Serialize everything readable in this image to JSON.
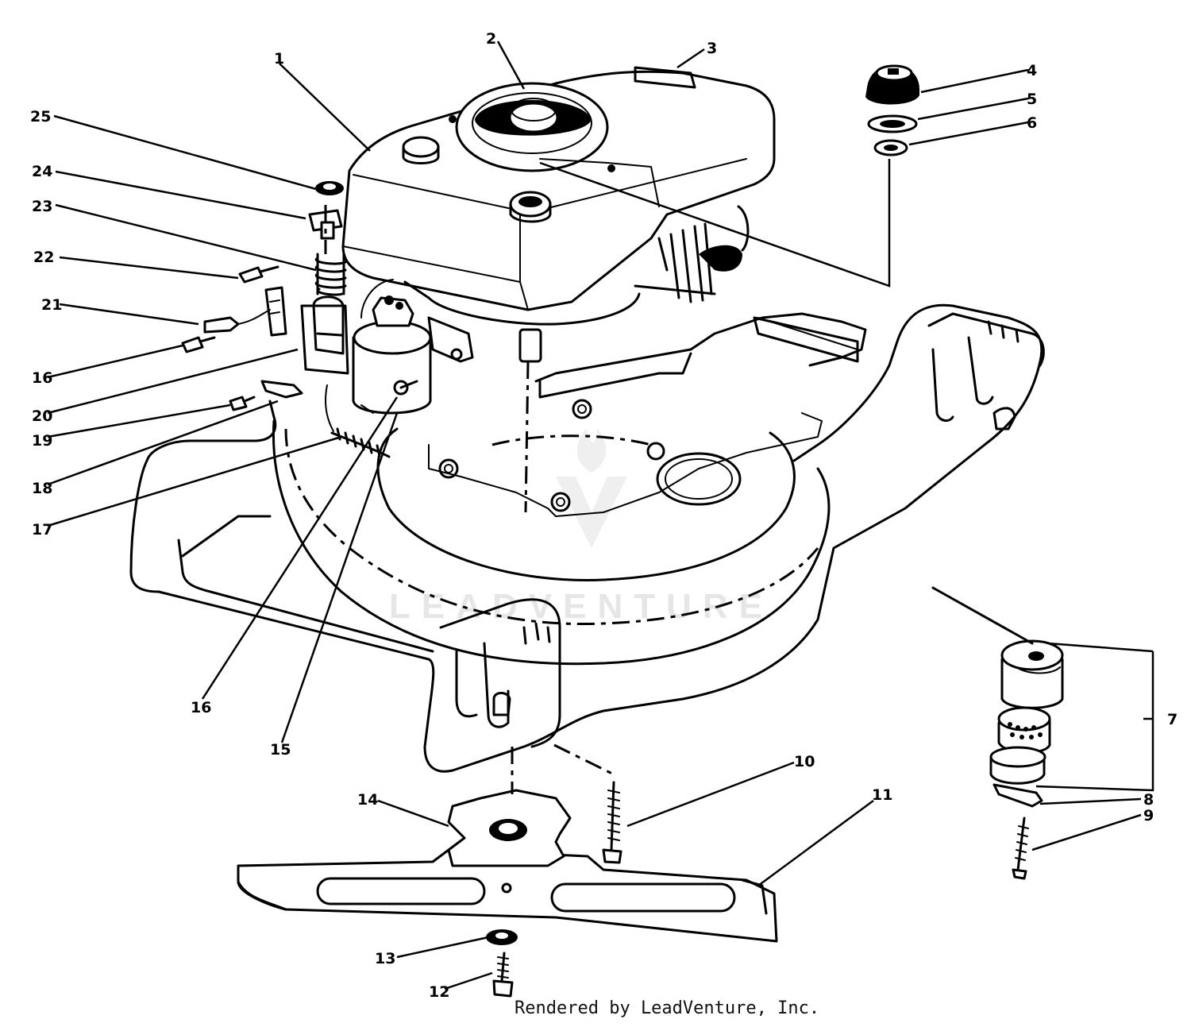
{
  "diagram": {
    "callouts": [
      "1",
      "2",
      "3",
      "4",
      "5",
      "6",
      "7",
      "8",
      "9",
      "10",
      "11",
      "12",
      "13",
      "14",
      "15",
      "16",
      "16",
      "17",
      "18",
      "19",
      "20",
      "21",
      "22",
      "23",
      "24",
      "25"
    ],
    "watermark": "LEADVENTURE",
    "credit": "Rendered by LeadVenture, Inc."
  },
  "colors": {
    "ink": "#000000",
    "paper": "#ffffff",
    "watermark": "#e6e6e6"
  }
}
